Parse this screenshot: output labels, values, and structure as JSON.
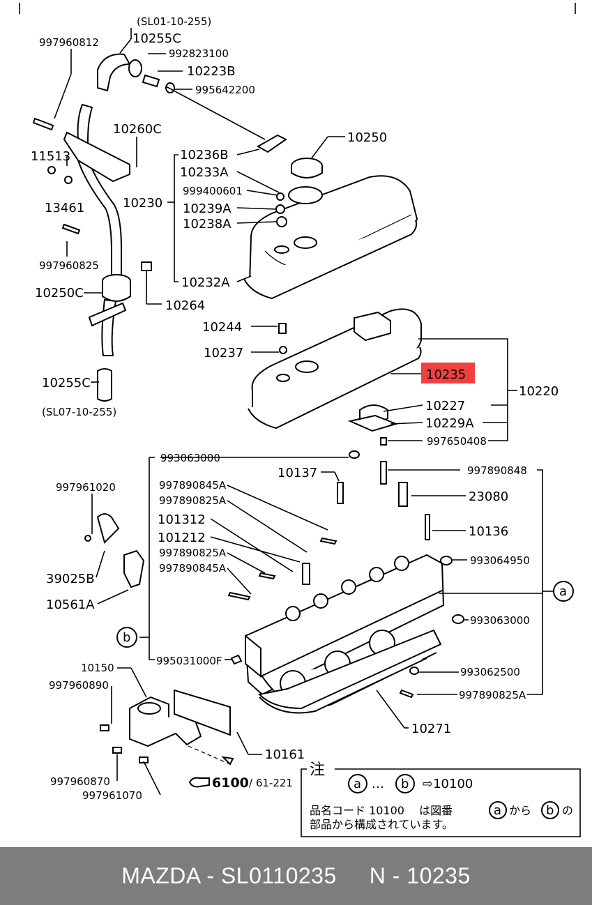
{
  "corner_marks": true,
  "labels": {
    "sl01": "(SL01-10-255)",
    "p10255C": "10255C",
    "p997960812": "997960812",
    "p992823100": "992823100",
    "p10223B": "10223B",
    "p995642200": "995642200",
    "p10260C": "10260C",
    "p11513": "11513",
    "p13461": "13461",
    "p997960825": "997960825",
    "p10250C": "10250C",
    "p10264": "10264",
    "p10255C_b": "10255C",
    "sl07": "(SL07-10-255)",
    "p10250": "10250",
    "p10236B": "10236B",
    "p10233A": "10233A",
    "p10230": "10230",
    "p999400601": "999400601",
    "p10239A": "10239A",
    "p10238A": "10238A",
    "p10232A": "10232A",
    "p10244": "10244",
    "p10237": "10237",
    "p10235": "10235",
    "p10220": "10220",
    "p10227": "10227",
    "p10229A": "10229A",
    "p997650408": "997650408",
    "p993063000": "993063000",
    "p10137": "10137",
    "p997890848": "997890848",
    "p997961020": "997961020",
    "p997890845A": "997890845A",
    "p997890825A": "997890825A",
    "p23080": "23080",
    "p101312": "101312",
    "p101212": "101212",
    "p10136": "10136",
    "p997890825A_2": "997890825A",
    "p997890845A_2": "997890845A",
    "p993064950": "993064950",
    "p39025B": "39025B",
    "p10561A": "10561A",
    "p993063000_2": "993063000",
    "p995031000F": "995031000F",
    "p10150": "10150",
    "p997960890": "997960890",
    "p993062500": "993062500",
    "p997890825A_3": "997890825A",
    "p10271": "10271",
    "p997960870": "997960870",
    "p10161": "10161",
    "p997961070": "997961070",
    "ref_6100": "6100",
    "ref_61221": "/ 61-221",
    "callout_a": "a",
    "callout_b": "b"
  },
  "highlight_color": "#f04040",
  "note": {
    "heading": "注",
    "a": "a",
    "dots": "…",
    "b": "b",
    "arrow_target": "⇨10100",
    "line2_pre": "品名コード 10100　 は図番",
    "line2_mid": "から",
    "line2_post": "の",
    "line3": "部品から構成されています。"
  },
  "footer": {
    "brand": "MAZDA - SL0110235",
    "part": "N - 10235"
  }
}
